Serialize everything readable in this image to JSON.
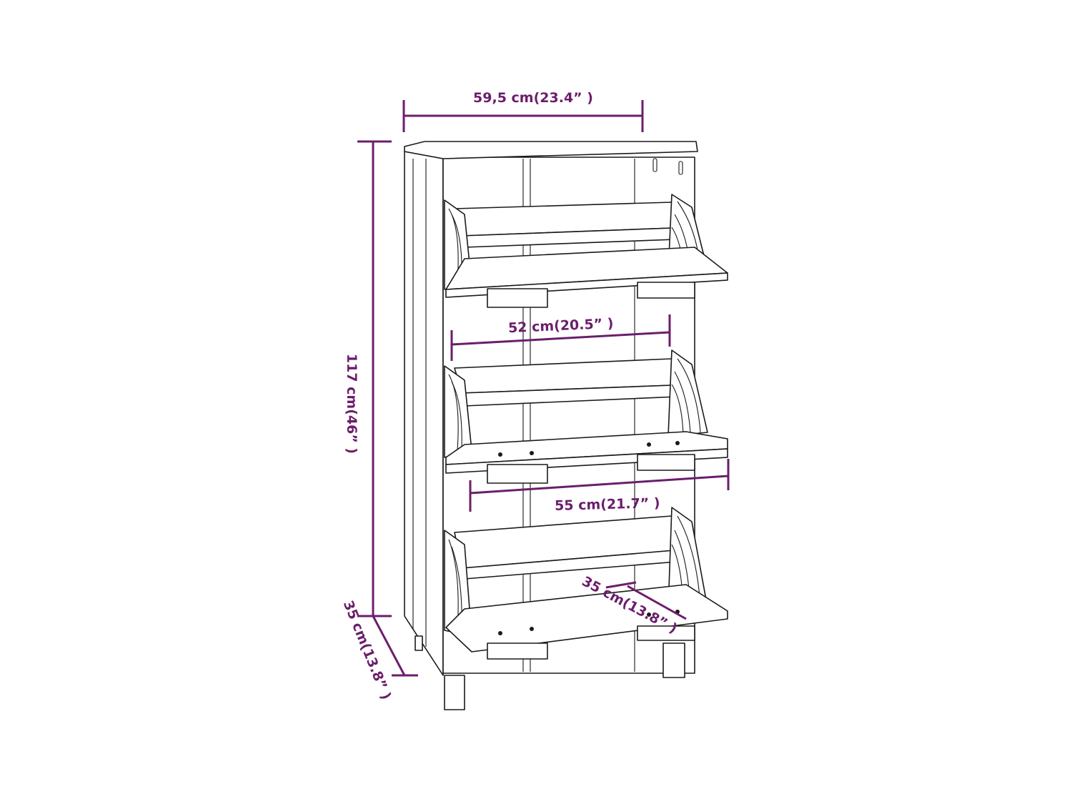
{
  "figure": {
    "subject": "shoe cabinet with three flip-down compartments",
    "dimensions": {
      "width": "59,5 cm(23.4” )",
      "height": "117 cm(46” )",
      "depth": "35 cm(13.8” )",
      "inner_width": "52 cm(20.5” )",
      "flap_width": "55 cm(21.7” )",
      "flap_depth": "35 cm(13.8” )"
    }
  },
  "colors": {
    "dimension": "#6b1e6b",
    "drawing": "#1a1a1a",
    "background": "#ffffff"
  }
}
